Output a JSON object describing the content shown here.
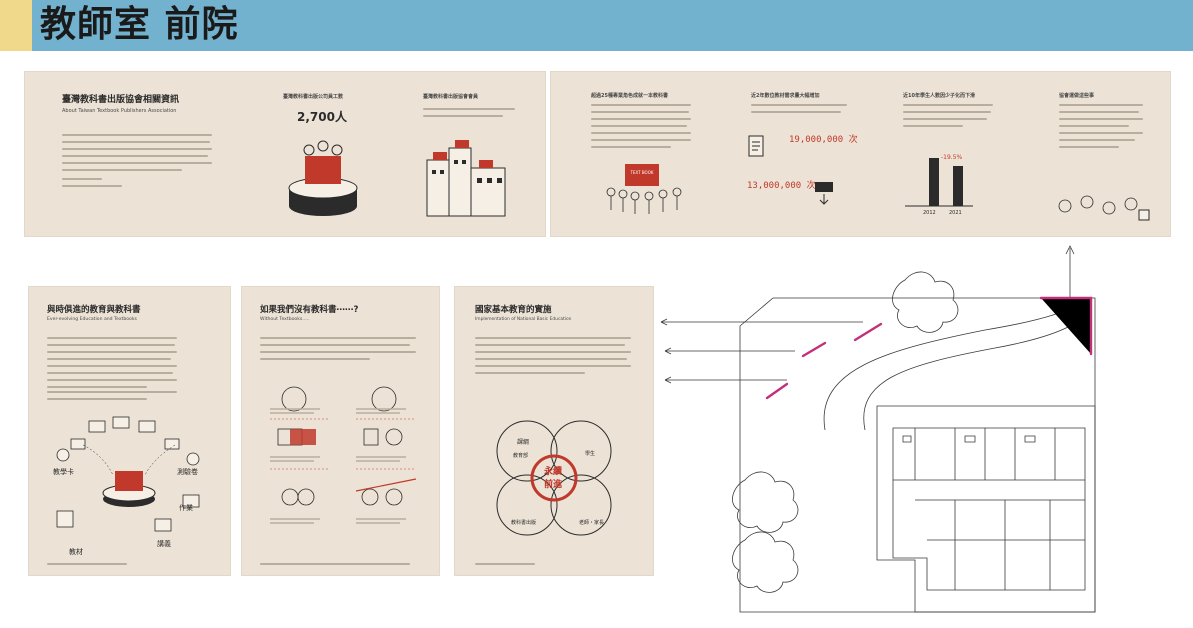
{
  "header": {
    "title": "教師室 前院",
    "accent_color": "#f0d98a",
    "bar_color": "#72b2cf"
  },
  "panel_a": {
    "title": "臺灣教科書出版協會相關資訊",
    "subtitle": "About Taiwan Textbook Publishers Association",
    "stat_title": "臺灣教科書出版公司員工數",
    "stat_value": "2,700人",
    "members_title": "臺灣教科書出版協會會員"
  },
  "panel_b": {
    "title": "超過25種專業角色成就一本教科書",
    "digital_title": "近2年數位教材需求量大幅增加",
    "digital_value_1": "19,000,000 次",
    "digital_value_2": "13,000,000 次",
    "birth_title": "近10年學生人數因少子化而下滑",
    "birth_change": "-19.5%",
    "birth_year_1": "2012",
    "birth_year_2": "2021",
    "book_label": "TEXT BOOK",
    "assoc_title": "協會運做這些事"
  },
  "panel_c": {
    "title": "與時俱進的教育與教科書",
    "subtitle": "Ever-evolving Education and Textbooks",
    "label_1": "教學卡",
    "label_2": "測驗卷",
    "label_3": "作業",
    "label_4": "教材",
    "label_5": "講義"
  },
  "panel_d": {
    "title": "如果我們沒有教科書⋯⋯?",
    "subtitle": "Without Textbooks....."
  },
  "panel_e": {
    "title": "國家基本教育的實施",
    "subtitle": "Implementation of National Basic Education",
    "center_line_1": "永續",
    "center_line_2": "前進",
    "node_1": "課綱",
    "node_2": "教育部",
    "node_3": "學生",
    "node_4": "教科書出版",
    "node_5": "老師・家長"
  },
  "plan": {
    "accent_color": "#c2307a"
  }
}
